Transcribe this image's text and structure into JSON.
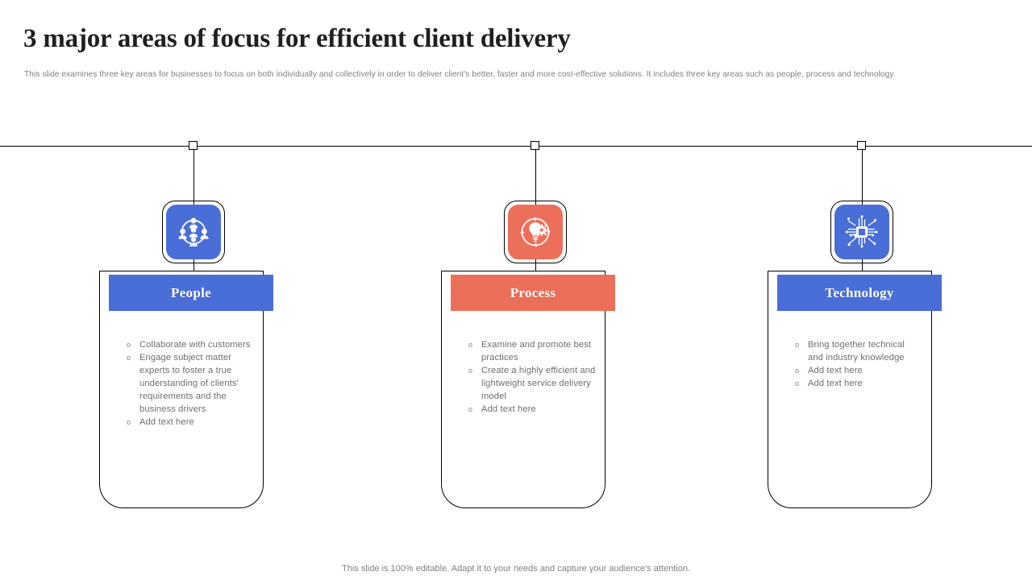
{
  "slide": {
    "title": "3 major areas of focus for efficient client delivery",
    "subtitle": "This slide examines three key areas for businesses to focus on both individually and collectively in order to deliver client's better, faster and more cost-effective solutions. It includes three key areas such as people, process and technology.",
    "footer": "This slide is 100% editable. Adapt it to your needs and capture your audience's attention."
  },
  "colors": {
    "blue": "#4a6ed8",
    "orange": "#ec7059",
    "outline": "#000000",
    "body_text": "#6e6e6e",
    "subtitle_text": "#808080"
  },
  "columns": [
    {
      "key": "people",
      "title": "People",
      "accent": "#4a6ed8",
      "icon": "people-network-icon",
      "bullets": [
        "Collaborate with customers",
        "Engage subject matter experts to foster a true understanding of clients' requirements and the business drivers",
        "Add text here"
      ]
    },
    {
      "key": "process",
      "title": "Process",
      "accent": "#ec7059",
      "icon": "lightbulb-gear-process-icon",
      "bullets": [
        "Examine and promote best practices",
        "Create a highly efficient and lightweight service delivery model",
        "Add text here"
      ]
    },
    {
      "key": "technology",
      "title": "Technology",
      "accent": "#4a6ed8",
      "icon": "microchip-circuit-icon",
      "bullets": [
        "Bring together technical and industry knowledge",
        "Add text here",
        "Add text here"
      ]
    }
  ],
  "bullet_glyph": "o"
}
